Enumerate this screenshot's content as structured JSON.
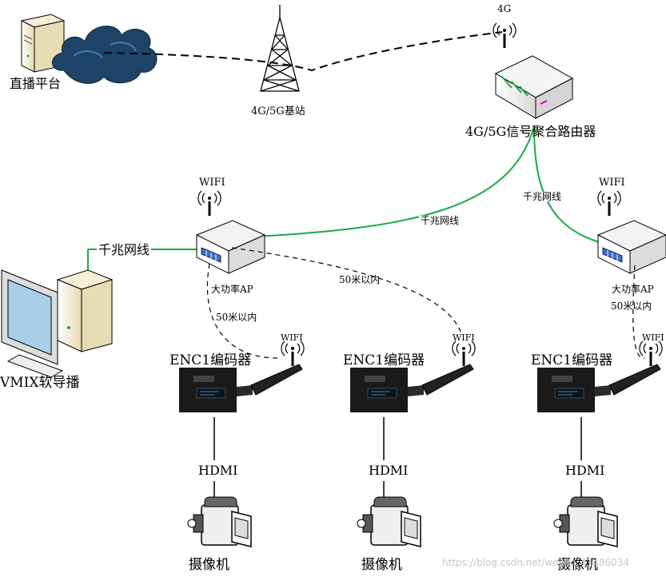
{
  "labels": {
    "live_platform": "直播平台",
    "base_station": "4G/5G基站",
    "router": "4G/5G信号聚合路由器",
    "router_4g": "4G",
    "gigabit": "千兆网线",
    "vmix": "VMIX软导播",
    "wifi": "WIFI",
    "ap": "大功率AP",
    "within50": "50米以内",
    "encoder": "ENC1编码器",
    "hdmi": "HDMI",
    "camera": "摄像机"
  },
  "colors": {
    "cable": "#1aaa44",
    "dashed": "#000000",
    "cloud": "#1d4468",
    "encoder": "#1a1a1a",
    "device_panel": "#3a6fe0"
  },
  "watermark": "https://blog.csdn.net/weixin_41486034"
}
